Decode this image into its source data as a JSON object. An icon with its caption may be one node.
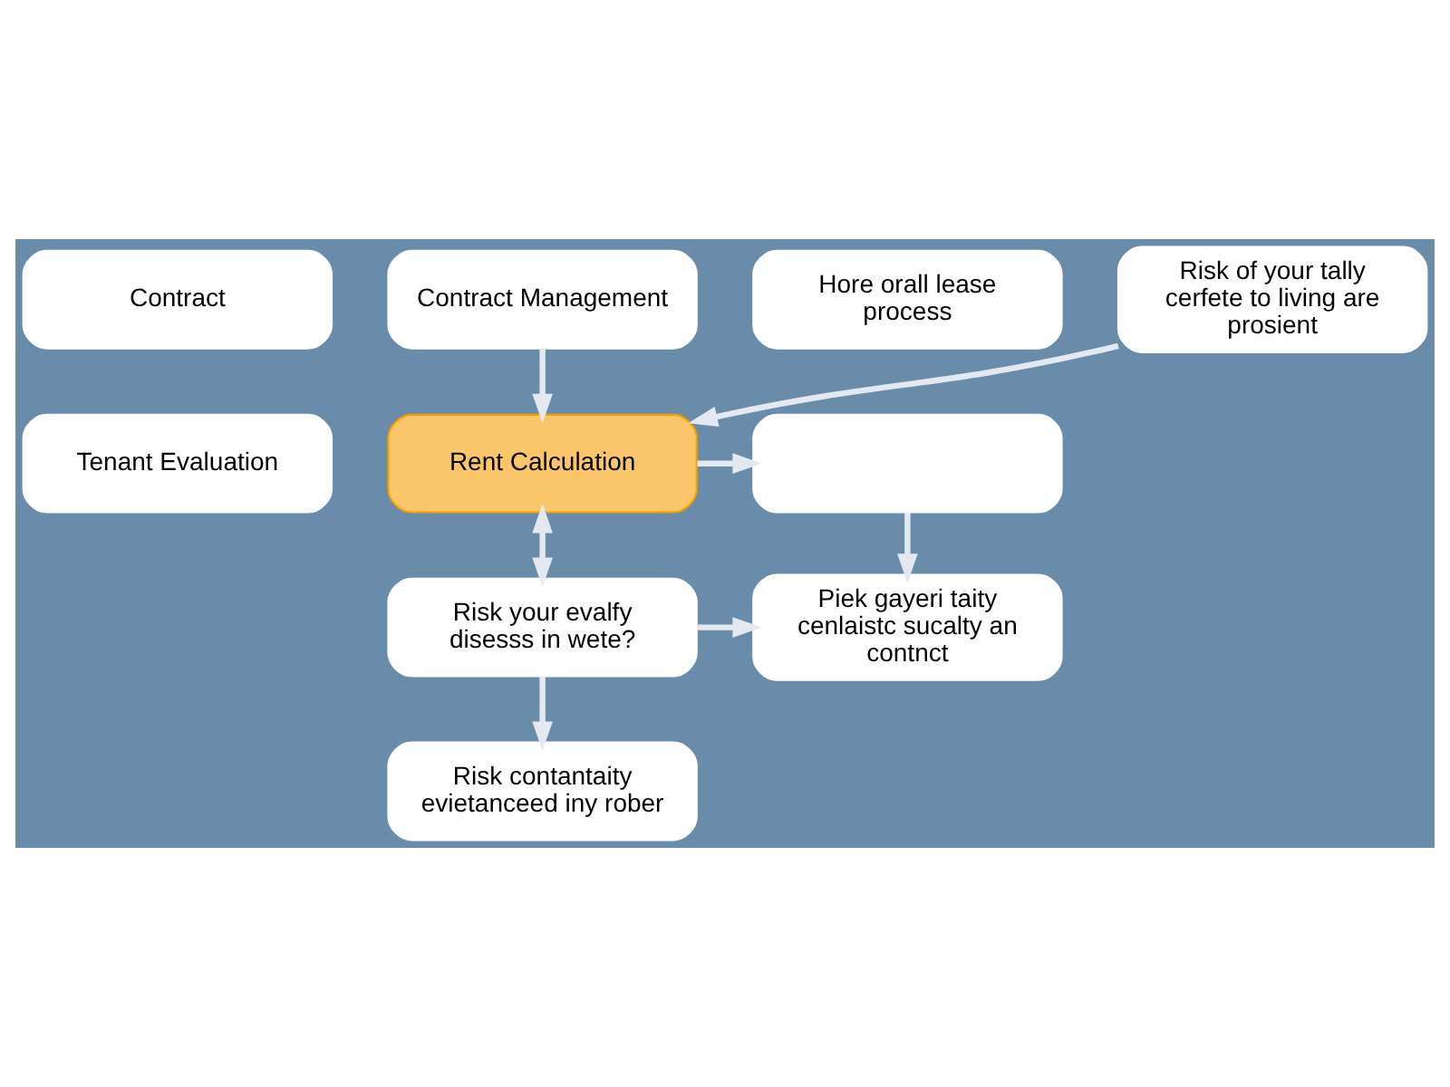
{
  "diagram": {
    "nodes": [
      {
        "text": [
          "Contract"
        ]
      },
      {
        "text": [
          "Contract Management"
        ]
      },
      {
        "text": [
          "Hore orall lease process"
        ]
      },
      {
        "text": [
          "Risk of your tally cerfete to living are prosient"
        ]
      },
      {
        "text": [
          "Tenant Evaluation"
        ]
      },
      {
        "text": [
          "Rent Calculation"
        ]
      },
      {
        "text": [],
        "shape": "box"
      },
      {
        "text": [
          "Risk your evalfy disesss in wete?"
        ]
      },
      {
        "text": [
          "Piek gayeri taity cenlaistc sucalty an contnct"
        ]
      },
      {
        "text": [
          "Risk contantaity evietanceed iny rober"
        ]
      }
    ],
    "edges": [
      {
        "from": 1,
        "to": 5,
        "arrow": "to"
      },
      {
        "from": 3,
        "to": 5,
        "arrow": "to"
      },
      {
        "from": 5,
        "to": 6,
        "arrow": "to"
      },
      {
        "from": 6,
        "to": 8,
        "arrow": "to"
      },
      {
        "from": 5,
        "to": 7,
        "arrow": "both"
      },
      {
        "from": 7,
        "to": 8,
        "arrow": "to"
      },
      {
        "from": 7,
        "to": 9,
        "arrow": "to"
      }
    ]
  }
}
